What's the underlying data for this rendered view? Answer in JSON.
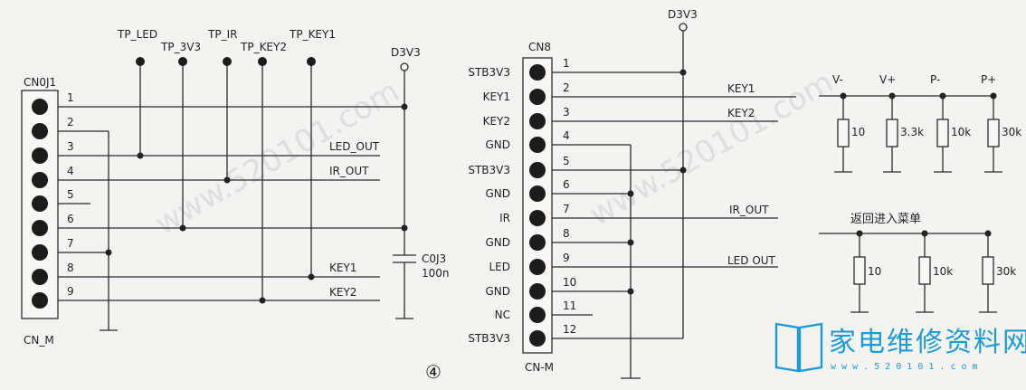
{
  "cn0j1": {
    "title": "CN0J1",
    "bottom_label": "CN_M",
    "pins": [
      "1",
      "2",
      "3",
      "4",
      "5",
      "6",
      "7",
      "8",
      "9"
    ],
    "test_points": [
      "TP_LED",
      "TP_3V3",
      "TP_IR",
      "TP_KEY2",
      "TP_KEY1"
    ],
    "supply": "D3V3",
    "net_labels": [
      "LED_OUT",
      "IR_OUT",
      "KEY1",
      "KEY2"
    ],
    "cap_name": "C0J3",
    "cap_value": "100n"
  },
  "figure_number": "④",
  "cn8": {
    "title": "CN8",
    "bottom_label": "CN-M",
    "supply": "D3V3",
    "pin_names": [
      "STB3V3",
      "KEY1",
      "KEY2",
      "GND",
      "STB3V3",
      "GND",
      "IR",
      "GND",
      "LED",
      "GND",
      "NC",
      "STB3V3"
    ],
    "pin_numbers": [
      "1",
      "2",
      "3",
      "4",
      "5",
      "6",
      "7",
      "8",
      "9",
      "10",
      "11",
      "12"
    ],
    "net_labels": [
      "KEY1",
      "KEY2",
      "IR_OUT",
      "LED OUT"
    ]
  },
  "key_network": {
    "rails": [
      "V-",
      "V+",
      "P-",
      "P+"
    ],
    "resistors": [
      "10",
      "3.3k",
      "10k",
      "30k"
    ]
  },
  "back_menu": {
    "label": "返回进入菜单",
    "resistors": [
      "10",
      "10k",
      "30k"
    ]
  },
  "logo": {
    "text": "家电维修资料网",
    "url": "w w w . 5 2 0 1 0 1 . c o m"
  },
  "colors": {
    "logo": "#1a9cd8",
    "ink": "#222222"
  }
}
